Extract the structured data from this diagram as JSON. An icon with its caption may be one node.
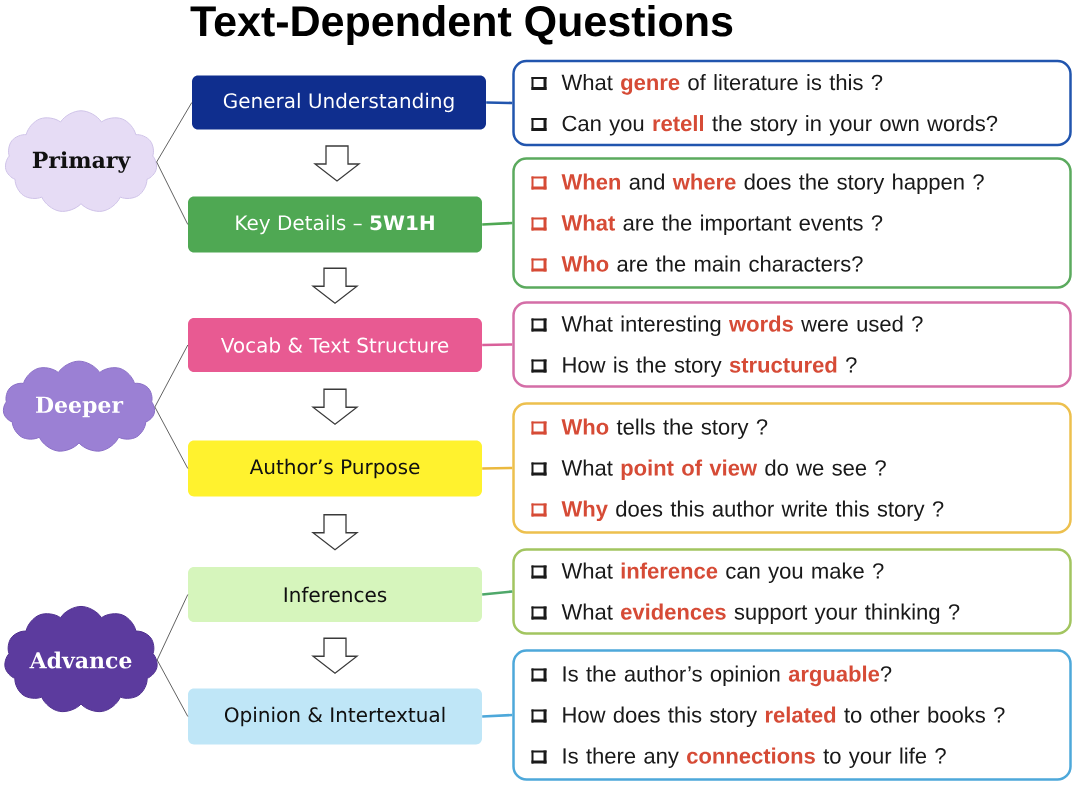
{
  "diagram": {
    "title": "Text-Dependent Questions",
    "nodes": [
      {
        "text": [
          "Primary"
        ]
      },
      {
        "text": [
          "General Understanding"
        ]
      },
      {
        "text": [
          "What **genre** of literature is this ?",
          "Can you **retell** the story in your own words?"
        ]
      },
      {
        "text": [
          "Key Details – **5W1H**"
        ]
      },
      {
        "text": [
          "**When** and **where** does the story happen ?",
          "**What** are the important events ?",
          "**Who** are the main characters?"
        ]
      },
      {
        "text": [
          "Deeper"
        ]
      },
      {
        "text": [
          "Vocab & Text Structure"
        ]
      },
      {
        "text": [
          "What interesting **words** were used ?",
          "How is the story **structured** ?"
        ]
      },
      {
        "text": [
          "Author’s Purpose"
        ]
      },
      {
        "text": [
          "**Who** tells the story ?",
          "What **point of view** do we see ?",
          "**Why** does this author write this story ?"
        ]
      },
      {
        "text": [
          "Advance"
        ]
      },
      {
        "text": [
          "Inferences"
        ]
      },
      {
        "text": [
          "What **inference** can you make ?",
          "What **evidences** support your thinking ?"
        ]
      },
      {
        "text": [
          "Opinion & Intertextual"
        ]
      },
      {
        "text": [
          "Is the author’s opinion **arguable**?",
          "How does this story **related** to other books ?",
          "Is there any **connections** to your life ?"
        ]
      }
    ],
    "edges": [
      {
        "from": 0,
        "to": 1,
        "arrow": "none"
      },
      {
        "from": 0,
        "to": 3,
        "arrow": "none"
      },
      {
        "from": 5,
        "to": 6,
        "arrow": "none"
      },
      {
        "from": 5,
        "to": 8,
        "arrow": "none"
      },
      {
        "from": 10,
        "to": 11,
        "arrow": "none"
      },
      {
        "from": 10,
        "to": 13,
        "arrow": "none"
      },
      {
        "from": 1,
        "to": 2,
        "arrow": "none",
        "style": "thick",
        "color": "#2155ae"
      },
      {
        "from": 3,
        "to": 4,
        "arrow": "none",
        "style": "thick",
        "color": "#4fa853"
      },
      {
        "from": 6,
        "to": 7,
        "arrow": "none",
        "style": "thick",
        "color": "#d9609a"
      },
      {
        "from": 8,
        "to": 9,
        "arrow": "none",
        "style": "thick",
        "color": "#ebb93e"
      },
      {
        "from": 11,
        "to": 12,
        "arrow": "none",
        "style": "thick",
        "color": "#4fa86a"
      },
      {
        "from": 13,
        "to": 14,
        "arrow": "none",
        "style": "thick",
        "color": "#4da8da"
      },
      {
        "from": 1,
        "to": 3,
        "arrow": "to"
      },
      {
        "from": 3,
        "to": 6,
        "arrow": "to"
      },
      {
        "from": 6,
        "to": 8,
        "arrow": "to"
      },
      {
        "from": 8,
        "to": 11,
        "arrow": "to"
      },
      {
        "from": 11,
        "to": 13,
        "arrow": "to"
      }
    ]
  }
}
